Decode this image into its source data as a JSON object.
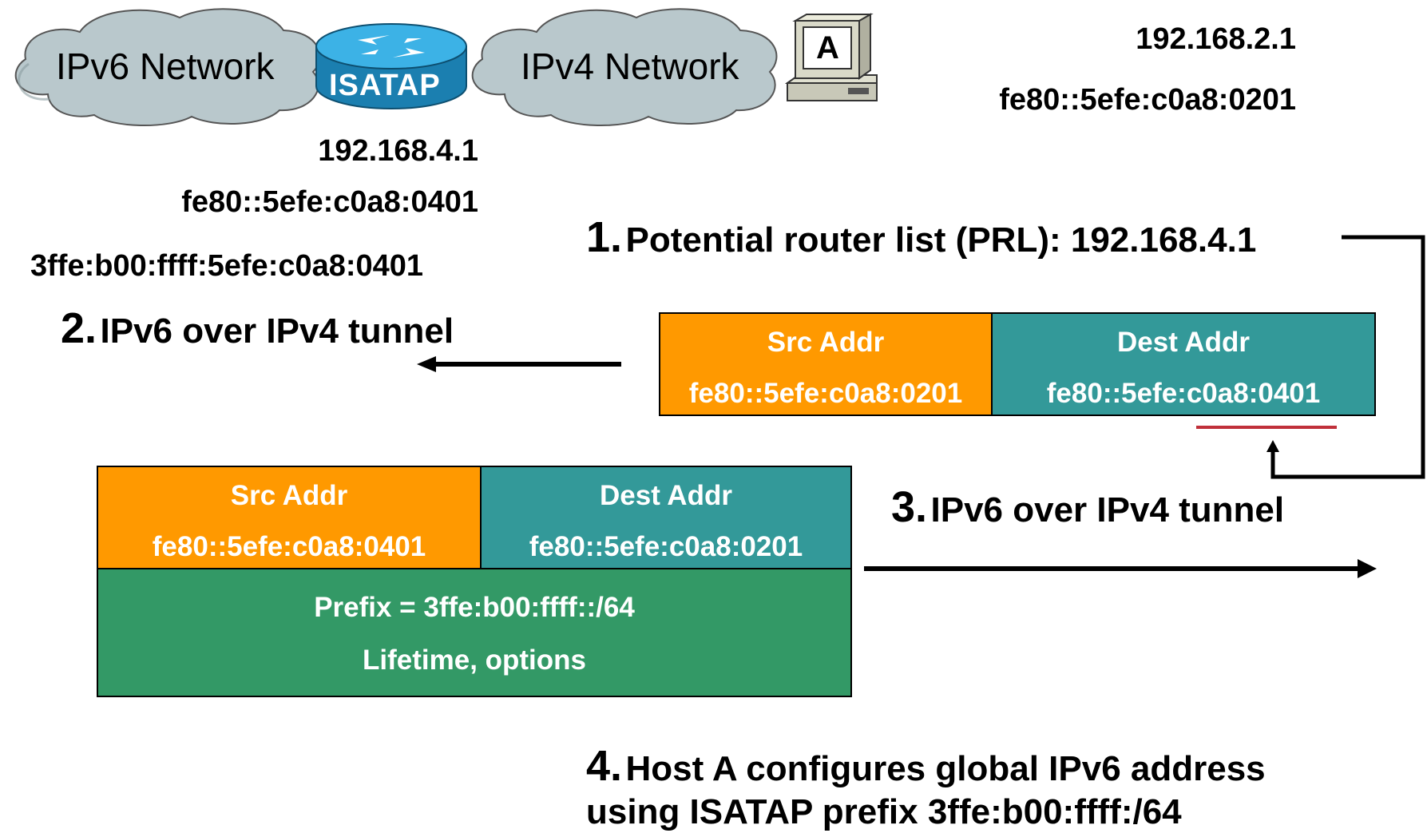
{
  "network": {
    "ipv6_cloud_label": "IPv6 Network",
    "ipv4_cloud_label": "IPv4 Network",
    "router_label": "ISATAP",
    "host_label": "A"
  },
  "router_addresses": {
    "ipv4": "192.168.4.1",
    "link_local": "fe80::5efe:c0a8:0401",
    "global": "3ffe:b00:ffff:5efe:c0a8:0401"
  },
  "host_addresses": {
    "ipv4": "192.168.2.1",
    "link_local": "fe80::5efe:c0a8:0201"
  },
  "steps": [
    {
      "number": "1.",
      "text": "Potential router list (PRL): 192.168.4.1"
    },
    {
      "number": "2.",
      "text": "IPv6 over IPv4 tunnel"
    },
    {
      "number": "3.",
      "text": "IPv6 over IPv4 tunnel"
    },
    {
      "number": "4.",
      "text": "Host A configures global IPv6 address",
      "text2": "using ISATAP prefix 3ffe:b00:ffff:/64"
    }
  ],
  "packet_solicit": {
    "src_header": "Src Addr",
    "src_value": "fe80::5efe:c0a8:0201",
    "dest_header": "Dest Addr",
    "dest_value": "fe80::5efe:c0a8:0401"
  },
  "packet_advert": {
    "src_header": "Src Addr",
    "src_value": "fe80::5efe:c0a8:0401",
    "dest_header": "Dest Addr",
    "dest_value": "fe80::5efe:c0a8:0201",
    "prefix_line": "Prefix = 3ffe:b00:ffff::/64",
    "options_line": "Lifetime, options"
  },
  "colors": {
    "src_field": "#ff9900",
    "dest_field": "#339999",
    "prefix_field": "#339966",
    "cloud_fill": "#b9c8cc",
    "router_fill": "#2aa6dc",
    "underline": "#c0303a"
  }
}
